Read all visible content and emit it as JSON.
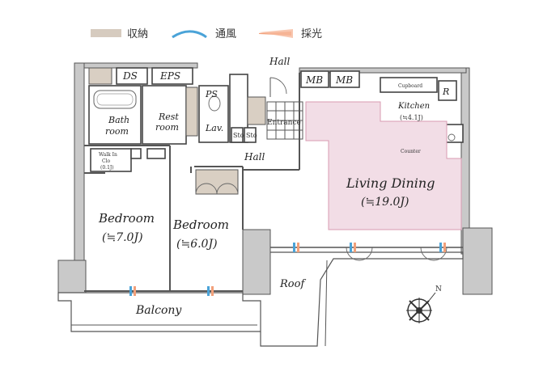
{
  "legend": {
    "storage_label": "収納",
    "ventilation_label": "通風",
    "daylight_label": "採光",
    "storage_color": "#d6cbbf",
    "ventilation_color": "#4aa3d8",
    "daylight_color": "#f2a07a"
  },
  "rooms": {
    "ds": "DS",
    "eps": "EPS",
    "hall_top": "Hall",
    "mb1": "MB",
    "mb2": "MB",
    "ps": "PS",
    "bath_room": "Bath room",
    "bath_room_line1": "Bath",
    "bath_room_line2": "room",
    "rest_room_line1": "Rest",
    "rest_room_line2": "room",
    "lav": "Lav.",
    "sto1": "Sto",
    "sto2": "Sto",
    "entrance": "Entrance",
    "hall_mid": "Hall",
    "kitchen": "Kitchen",
    "kitchen_size": "(≒4.1J)",
    "cupboard": "Cupboard",
    "counter": "Counter",
    "r": "R",
    "living_dining": "Living Dining",
    "living_dining_size": "(≒19.0J)",
    "wic_line1": "Walk In",
    "wic_line2": "Clo",
    "wic_size": "(0.1J)",
    "bedroom1": "Bedroom",
    "bedroom1_size": "(≒7.0J)",
    "bedroom2": "Bedroom",
    "bedroom2_size": "(≒6.0J)",
    "roof": "Roof",
    "balcony": "Balcony"
  },
  "compass": {
    "north_label": "N"
  },
  "colors": {
    "living_dining_fill": "#f2dde6",
    "living_dining_stroke": "#d89bb2",
    "storage_fill": "#d9cfc3",
    "wall_fill": "#c8c8c8"
  }
}
